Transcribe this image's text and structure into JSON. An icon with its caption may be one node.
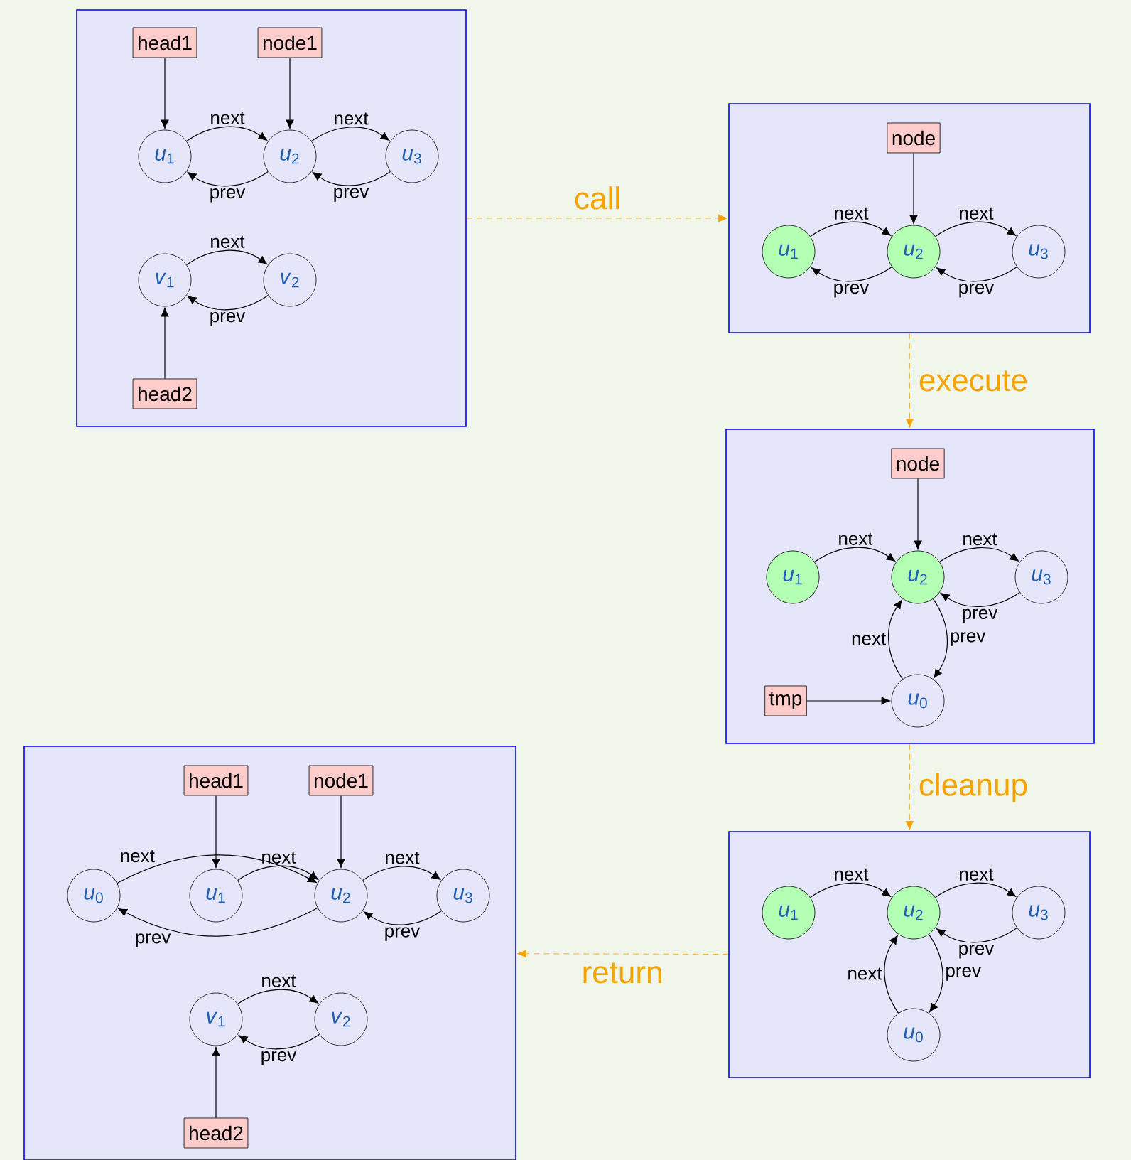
{
  "diagram": {
    "nodes": [
      {
        "text": [],
        "shape": "box"
      },
      {
        "text": [
          "head1"
        ],
        "in": 0
      },
      {
        "text": [
          "node1"
        ],
        "in": 0
      },
      {
        "text": [
          "*u*$_{1}$"
        ],
        "in": 0
      },
      {
        "text": [
          "*u*$_{2}$"
        ],
        "in": 0
      },
      {
        "text": [
          "*u*$_{3}$"
        ],
        "in": 0
      },
      {
        "text": [
          "*v*$_{1}$"
        ],
        "in": 0
      },
      {
        "text": [
          "*v*$_{2}$"
        ],
        "in": 0
      },
      {
        "text": [
          "head2"
        ],
        "in": 0
      },
      {
        "text": [],
        "shape": "box"
      },
      {
        "text": [
          "node"
        ],
        "in": 9
      },
      {
        "text": [
          "*u*$_{1}$"
        ],
        "in": 9
      },
      {
        "text": [
          "*u*$_{2}$"
        ],
        "in": 9
      },
      {
        "text": [
          "*u*$_{3}$"
        ],
        "in": 9
      },
      {
        "text": [],
        "shape": "box"
      },
      {
        "text": [
          "node"
        ],
        "in": 14
      },
      {
        "text": [
          "*u*$_{1}$"
        ],
        "in": 14
      },
      {
        "text": [
          "*u*$_{2}$"
        ],
        "in": 14
      },
      {
        "text": [
          "*u*$_{3}$"
        ],
        "in": 14
      },
      {
        "text": [
          "tmp"
        ],
        "in": 14
      },
      {
        "text": [
          "*u*$_{0}$"
        ],
        "in": 14
      },
      {
        "text": [],
        "shape": "box"
      },
      {
        "text": [
          "*u*$_{1}$"
        ],
        "in": 21
      },
      {
        "text": [
          "*u*$_{2}$"
        ],
        "in": 21
      },
      {
        "text": [
          "*u*$_{3}$"
        ],
        "in": 21
      },
      {
        "text": [
          "*u*$_{0}$"
        ],
        "in": 21
      },
      {
        "text": [],
        "shape": "box"
      },
      {
        "text": [
          "head1"
        ],
        "in": 26
      },
      {
        "text": [
          "node1"
        ],
        "in": 26
      },
      {
        "text": [
          "*u*$_{0}$"
        ],
        "in": 26
      },
      {
        "text": [
          "*u*$_{1}$"
        ],
        "in": 26
      },
      {
        "text": [
          "*u*$_{2}$"
        ],
        "in": 26
      },
      {
        "text": [
          "*u*$_{3}$"
        ],
        "in": 26
      },
      {
        "text": [
          "*v*$_{1}$"
        ],
        "in": 26
      },
      {
        "text": [
          "*v*$_{2}$"
        ],
        "in": 26
      },
      {
        "text": [
          "head2"
        ],
        "in": 26
      }
    ],
    "edges": [
      {
        "from": 1,
        "to": 3,
        "arrow": "to"
      },
      {
        "from": 2,
        "to": 4,
        "arrow": "to"
      },
      {
        "from": 3,
        "to": 4,
        "arrow": "to",
        "label": "next"
      },
      {
        "from": 4,
        "to": 3,
        "arrow": "to",
        "label": "prev"
      },
      {
        "from": 4,
        "to": 5,
        "arrow": "to",
        "label": "next"
      },
      {
        "from": 5,
        "to": 4,
        "arrow": "to",
        "label": "prev"
      },
      {
        "from": 6,
        "to": 7,
        "arrow": "to",
        "label": "next"
      },
      {
        "from": 7,
        "to": 6,
        "arrow": "to",
        "label": "prev"
      },
      {
        "from": 8,
        "to": 6,
        "arrow": "to"
      },
      {
        "from": 0,
        "to": 9,
        "arrow": "to",
        "label": "call",
        "style": "dashed",
        "color": "#f5a300"
      },
      {
        "from": 10,
        "to": 12,
        "arrow": "to"
      },
      {
        "from": 11,
        "to": 12,
        "arrow": "to",
        "label": "next"
      },
      {
        "from": 12,
        "to": 11,
        "arrow": "to",
        "label": "prev"
      },
      {
        "from": 12,
        "to": 13,
        "arrow": "to",
        "label": "next"
      },
      {
        "from": 13,
        "to": 12,
        "arrow": "to",
        "label": "prev"
      },
      {
        "from": 9,
        "to": 14,
        "arrow": "to",
        "label": "execute",
        "style": "dashed",
        "color": "#f5a300"
      },
      {
        "from": 15,
        "to": 17,
        "arrow": "to"
      },
      {
        "from": 16,
        "to": 17,
        "arrow": "to",
        "label": "next"
      },
      {
        "from": 17,
        "to": 18,
        "arrow": "to",
        "label": "next"
      },
      {
        "from": 18,
        "to": 17,
        "arrow": "to",
        "label": "prev"
      },
      {
        "from": 20,
        "to": 17,
        "arrow": "to",
        "label": "next"
      },
      {
        "from": 17,
        "to": 20,
        "arrow": "to",
        "label": "prev"
      },
      {
        "from": 19,
        "to": 20,
        "arrow": "to"
      },
      {
        "from": 14,
        "to": 21,
        "arrow": "to",
        "label": "cleanup",
        "style": "dashed",
        "color": "#f5a300"
      },
      {
        "from": 22,
        "to": 23,
        "arrow": "to",
        "label": "next"
      },
      {
        "from": 23,
        "to": 24,
        "arrow": "to",
        "label": "next"
      },
      {
        "from": 24,
        "to": 23,
        "arrow": "to",
        "label": "prev"
      },
      {
        "from": 25,
        "to": 23,
        "arrow": "to",
        "label": "next"
      },
      {
        "from": 23,
        "to": 25,
        "arrow": "to",
        "label": "prev"
      },
      {
        "from": 21,
        "to": 26,
        "arrow": "to",
        "label": "return",
        "style": "dashed",
        "color": "#f5a300"
      },
      {
        "from": 27,
        "to": 30,
        "arrow": "to"
      },
      {
        "from": 28,
        "to": 31,
        "arrow": "to"
      },
      {
        "from": 29,
        "to": 31,
        "arrow": "to",
        "label": "next"
      },
      {
        "from": 30,
        "to": 31,
        "arrow": "to",
        "label": "next"
      },
      {
        "from": 31,
        "to": 29,
        "arrow": "to",
        "label": "prev"
      },
      {
        "from": 31,
        "to": 32,
        "arrow": "to",
        "label": "next"
      },
      {
        "from": 32,
        "to": 31,
        "arrow": "to",
        "label": "prev"
      },
      {
        "from": 33,
        "to": 34,
        "arrow": "to",
        "label": "next"
      },
      {
        "from": 34,
        "to": 33,
        "arrow": "to",
        "label": "prev"
      },
      {
        "from": 35,
        "to": 33,
        "arrow": "to"
      }
    ]
  }
}
